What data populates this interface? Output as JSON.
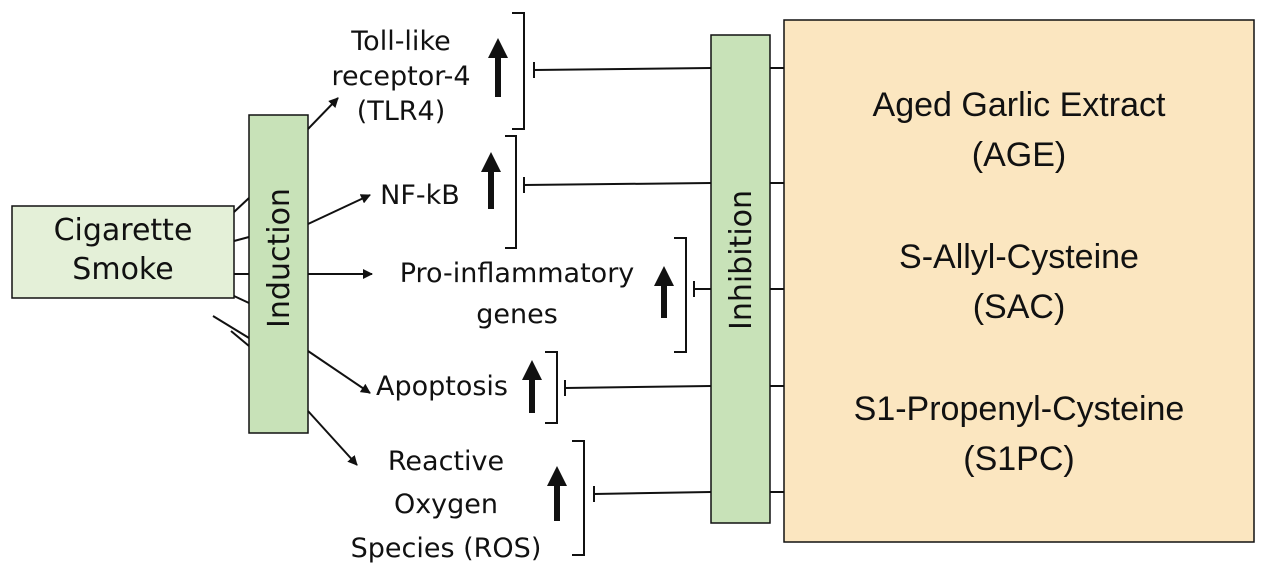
{
  "diagram": {
    "source": "Cigarette Smoke",
    "induction_label": "Induction",
    "inhibition_label": "Inhibition",
    "targets": [
      {
        "lines": [
          "Toll-like",
          "receptor-4",
          "(TLR4)"
        ],
        "change": "increase"
      },
      {
        "lines": [
          "NF-kB"
        ],
        "change": "increase"
      },
      {
        "lines": [
          "Pro-inflammatory",
          "genes"
        ],
        "change": "increase"
      },
      {
        "lines": [
          "Apoptosis"
        ],
        "change": "increase"
      },
      {
        "lines": [
          "Reactive",
          "Oxygen",
          "Species (ROS)"
        ],
        "change": "increase"
      }
    ],
    "compounds": [
      {
        "name": "Aged Garlic Extract",
        "abbr": "(AGE)"
      },
      {
        "name": "S-Allyl-Cysteine",
        "abbr": "(SAC)"
      },
      {
        "name": "S1-Propenyl-Cysteine",
        "abbr": "(S1PC)"
      }
    ],
    "colors": {
      "box_green": "#c8e2b8",
      "box_light_green": "#e4f0d8",
      "compound_box": "#fbe6c0",
      "stroke": "#111111"
    }
  }
}
